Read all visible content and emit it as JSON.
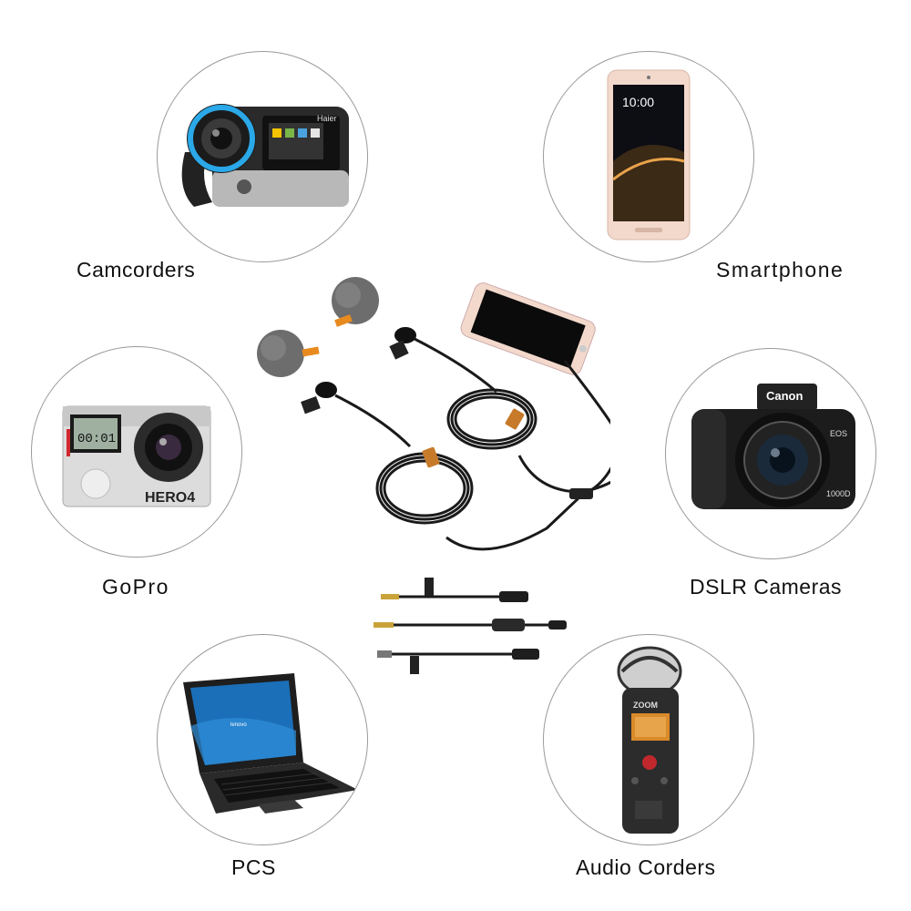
{
  "devices": [
    {
      "id": "camcorder",
      "label": "Camcorders"
    },
    {
      "id": "smartphone",
      "label": "Smartphone"
    },
    {
      "id": "gopro",
      "label": "GoPro"
    },
    {
      "id": "dslr",
      "label": "DSLR Cameras"
    },
    {
      "id": "pc",
      "label": "PCS"
    },
    {
      "id": "recorder",
      "label": "Audio Corders"
    }
  ],
  "product_text": {
    "camcorder_brand": "Haier",
    "phone_time": "10:00",
    "gopro_screen": "00:01",
    "gopro_model": "HERO4",
    "camera_brand": "Canon",
    "camera_model": "EOS",
    "camera_sub": "1000D",
    "recorder_brand": "ZOOM",
    "laptop_brand": "lenovo"
  },
  "colors": {
    "circle_border": "#9a9a9a",
    "camcorder_ring": "#2aa8e8",
    "phone_body": "#f3d9cc",
    "gopro_body": "#dcdcdc",
    "cable": "#1a1a1a"
  }
}
